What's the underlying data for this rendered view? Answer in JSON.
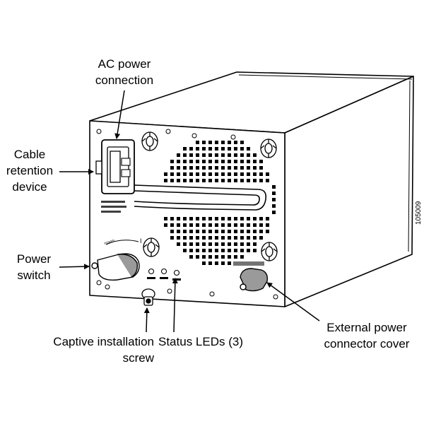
{
  "callouts": {
    "ac_power": [
      "AC power",
      "connection"
    ],
    "cable_retention": [
      "Cable",
      "retention",
      "device"
    ],
    "power_switch": [
      "Power",
      "switch"
    ],
    "captive_screw": [
      "Captive installation",
      "screw"
    ],
    "status_leds": [
      "Status LEDs (3)"
    ],
    "external_power": [
      "External power",
      "connector cover"
    ]
  },
  "figure_id": "105009",
  "colors": {
    "line": "#000000",
    "panel": "#ffffff",
    "shade": "#9a9a9a"
  }
}
